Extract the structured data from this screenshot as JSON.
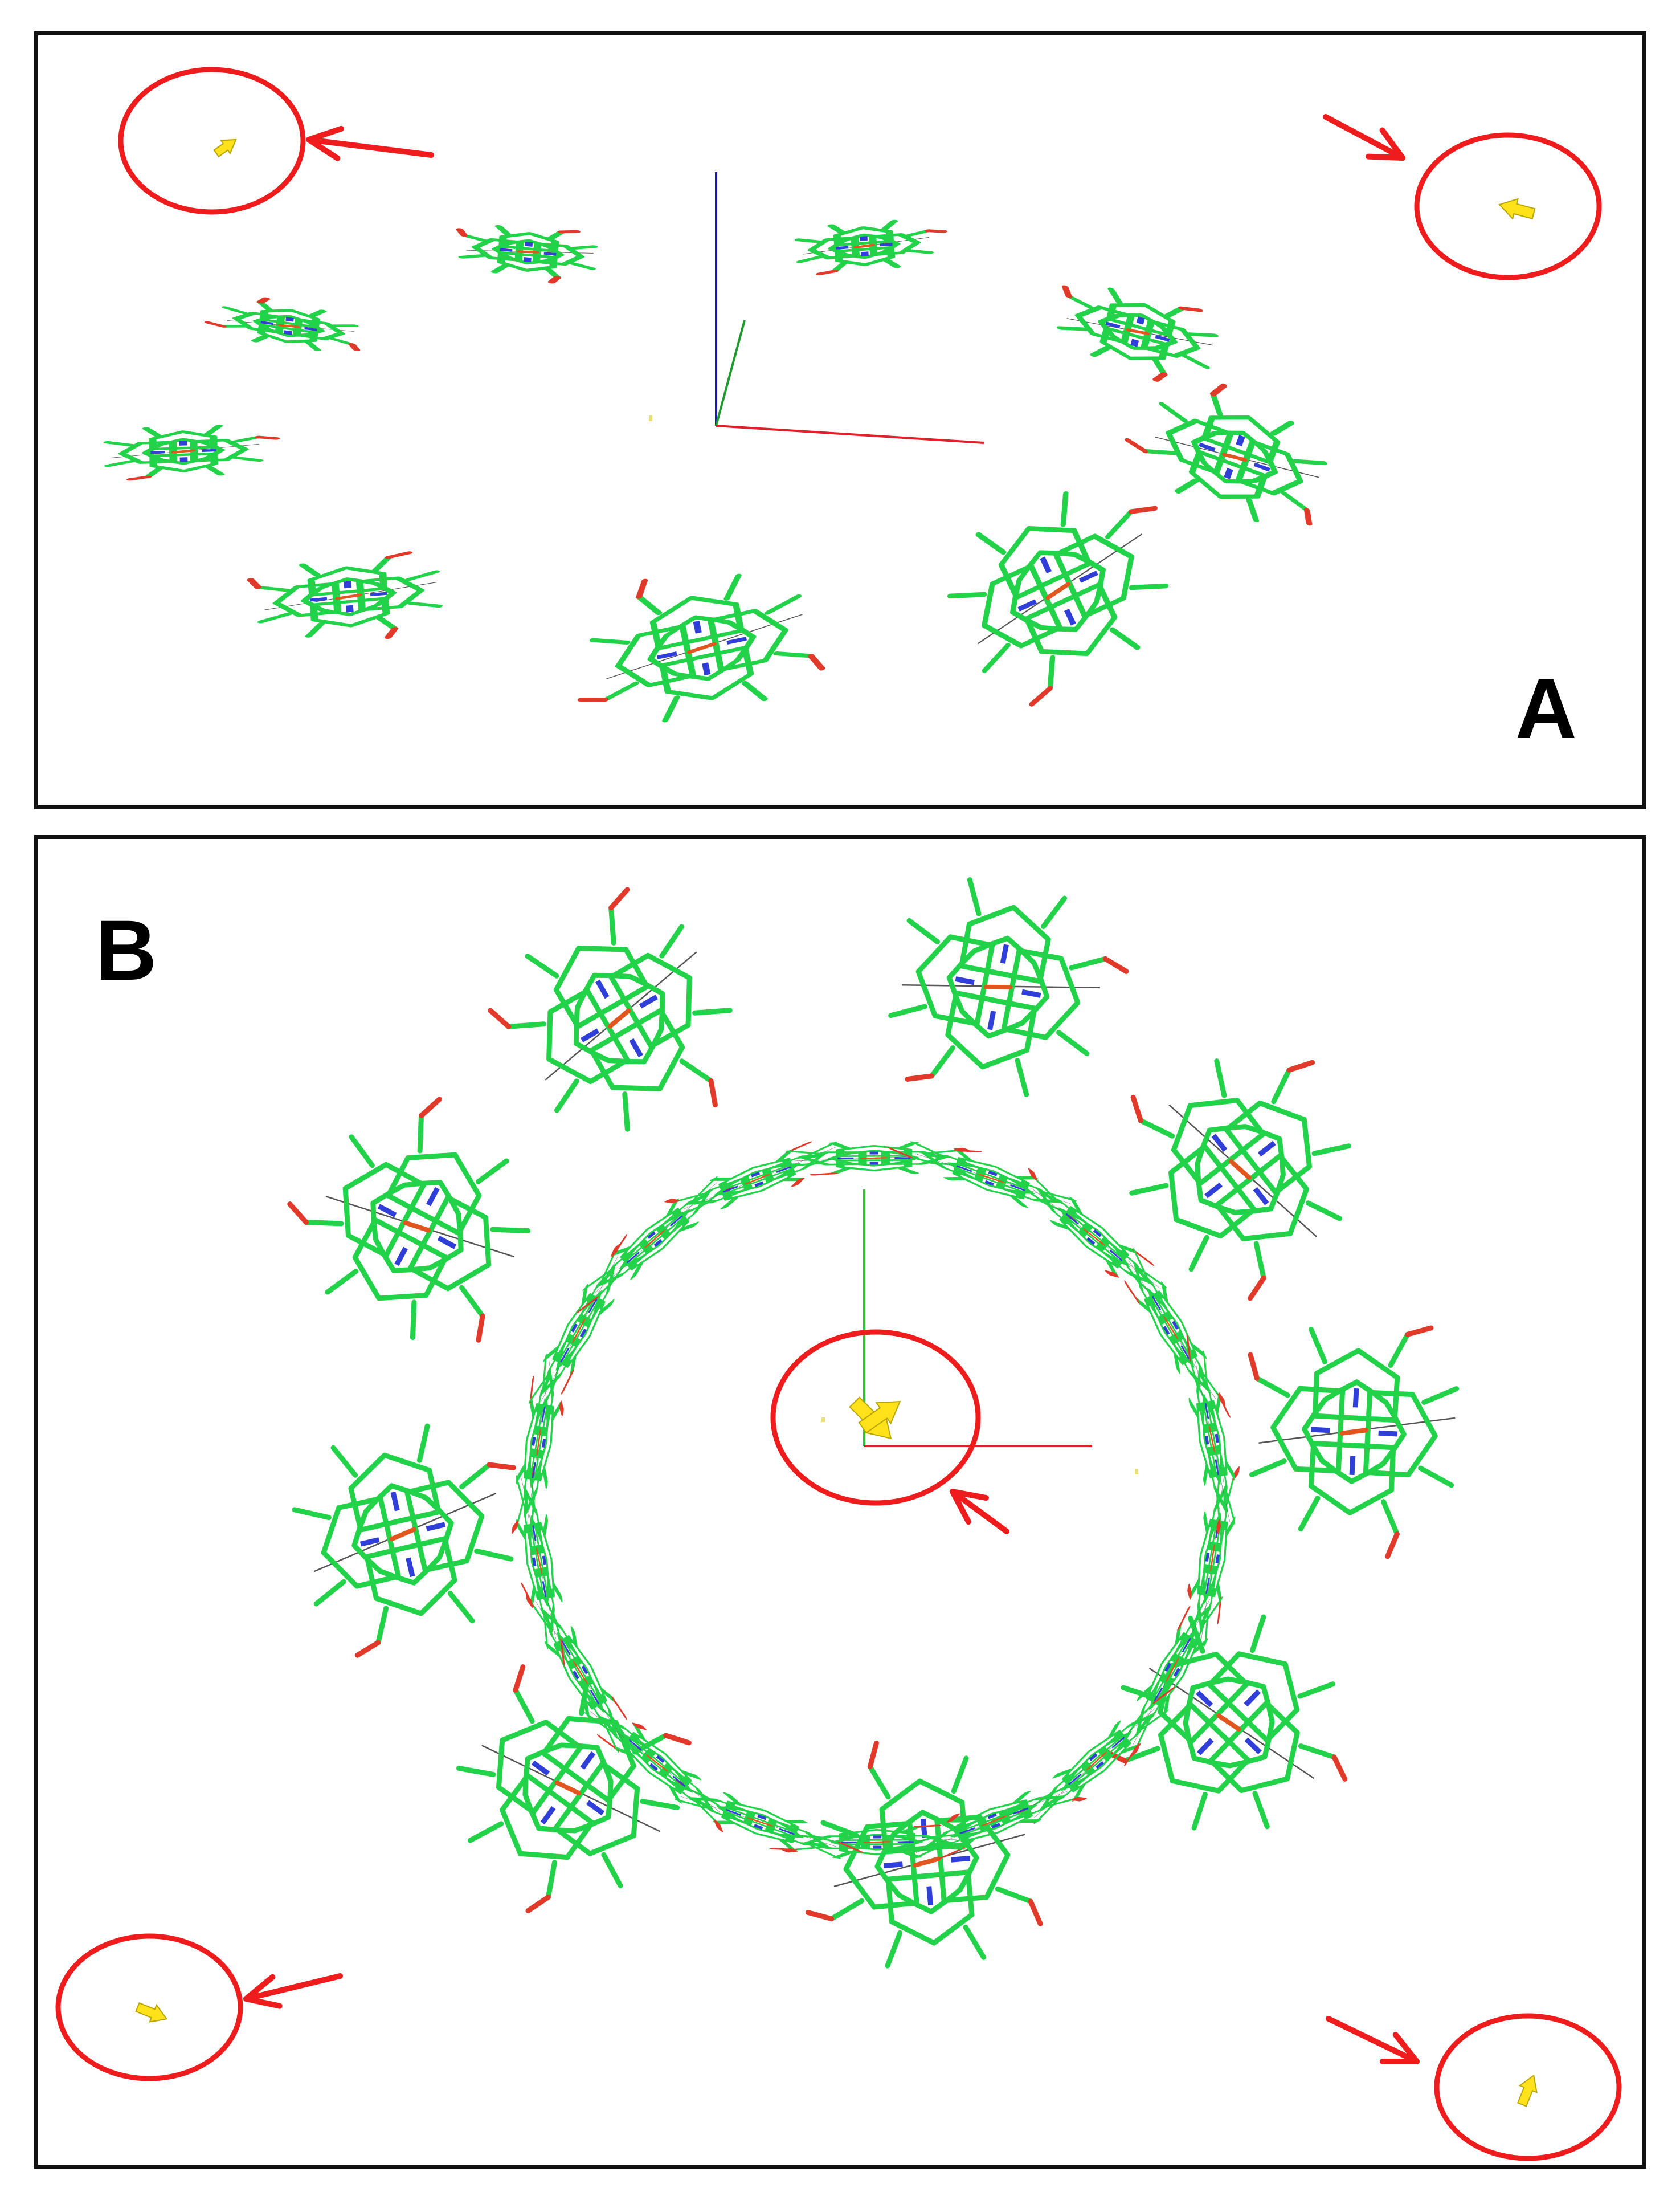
{
  "panels": [
    {
      "id": "A",
      "label": "A"
    },
    {
      "id": "B",
      "label": "B"
    }
  ],
  "colors": {
    "carbon": "#22d34a",
    "nitrogen": "#2f3fd8",
    "oxygen": "#e23a2a",
    "highlight": "#ee1c1c",
    "dipole": "#ffe21a",
    "axis_x": "#e0202a",
    "axis_y": "#1e9a2e",
    "axis_z": "#1a1ab0",
    "transition_line": "#555555"
  },
  "icons": {
    "molecule": "porphyrin-ring-icon",
    "marker": "highlight-circle-icon",
    "pointer": "red-arrow-icon",
    "vector": "yellow-dipole-arrow-icon"
  }
}
